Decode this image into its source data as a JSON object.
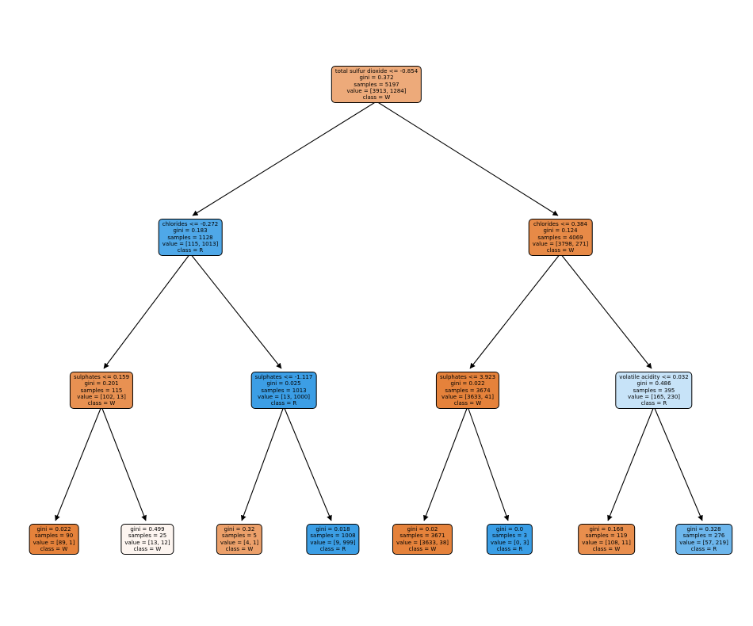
{
  "figure": {
    "title": "decision-tree-plot",
    "background": "#ffffff",
    "class_names": [
      "W",
      "R"
    ],
    "class_colors": {
      "W": "#e58139",
      "R": "#399de5"
    }
  },
  "tree": {
    "nodes": [
      {
        "id": "root",
        "depth": 0,
        "class": "W",
        "fill": "#edaa7a",
        "lines": [
          "total sulfur dioxide <= -0.854",
          "gini = 0.372",
          "samples = 5197",
          "value = [3913, 1284]",
          "class = W"
        ]
      },
      {
        "id": "node-l",
        "depth": 1,
        "class": "R",
        "fill": "#4fa8e8",
        "lines": [
          "chlorides <= -0.272",
          "gini = 0.183",
          "samples = 1128",
          "value = [115, 1013]",
          "class = R"
        ]
      },
      {
        "id": "node-r",
        "depth": 1,
        "class": "W",
        "fill": "#e78a47",
        "lines": [
          "chlorides <= 0.384",
          "gini = 0.124",
          "samples = 4069",
          "value = [3798, 271]",
          "class = W"
        ]
      },
      {
        "id": "node-ll",
        "depth": 2,
        "class": "W",
        "fill": "#e89152",
        "lines": [
          "sulphates <= 0.159",
          "gini = 0.201",
          "samples = 115",
          "value = [102, 13]",
          "class = W"
        ]
      },
      {
        "id": "node-lr",
        "depth": 2,
        "class": "R",
        "fill": "#3c9ee5",
        "lines": [
          "sulphates <= -1.117",
          "gini = 0.025",
          "samples = 1013",
          "value = [13, 1000]",
          "class = R"
        ]
      },
      {
        "id": "node-rl",
        "depth": 2,
        "class": "W",
        "fill": "#e5823b",
        "lines": [
          "sulphates <= 3.923",
          "gini = 0.022",
          "samples = 3674",
          "value = [3633, 41]",
          "class = W"
        ]
      },
      {
        "id": "node-rr",
        "depth": 2,
        "class": "R",
        "fill": "#c7e3f8",
        "lines": [
          "volatile acidity <= 0.032",
          "gini = 0.486",
          "samples = 395",
          "value = [165, 230]",
          "class = R"
        ]
      },
      {
        "id": "leaf-1",
        "depth": 3,
        "class": "W",
        "fill": "#e5823b",
        "lines": [
          "gini = 0.022",
          "samples = 90",
          "value = [89, 1]",
          "class = W"
        ]
      },
      {
        "id": "leaf-2",
        "depth": 3,
        "class": "W",
        "fill": "#fdf5f0",
        "lines": [
          "gini = 0.499",
          "samples = 25",
          "value = [13, 12]",
          "class = W"
        ]
      },
      {
        "id": "leaf-3",
        "depth": 3,
        "class": "W",
        "fill": "#eca06a",
        "lines": [
          "gini = 0.32",
          "samples = 5",
          "value = [4, 1]",
          "class = W"
        ]
      },
      {
        "id": "leaf-4",
        "depth": 3,
        "class": "R",
        "fill": "#3b9ee5",
        "lines": [
          "gini = 0.018",
          "samples = 1008",
          "value = [9, 999]",
          "class = R"
        ]
      },
      {
        "id": "leaf-5",
        "depth": 3,
        "class": "W",
        "fill": "#e5823b",
        "lines": [
          "gini = 0.02",
          "samples = 3671",
          "value = [3633, 38]",
          "class = W"
        ]
      },
      {
        "id": "leaf-6",
        "depth": 3,
        "class": "R",
        "fill": "#399de5",
        "lines": [
          "gini = 0.0",
          "samples = 3",
          "value = [0, 3]",
          "class = R"
        ]
      },
      {
        "id": "leaf-7",
        "depth": 3,
        "class": "W",
        "fill": "#e88e4d",
        "lines": [
          "gini = 0.168",
          "samples = 119",
          "value = [108, 11]",
          "class = W"
        ]
      },
      {
        "id": "leaf-8",
        "depth": 3,
        "class": "R",
        "fill": "#6db6ec",
        "lines": [
          "gini = 0.328",
          "samples = 276",
          "value = [57, 219]",
          "class = R"
        ]
      }
    ]
  }
}
